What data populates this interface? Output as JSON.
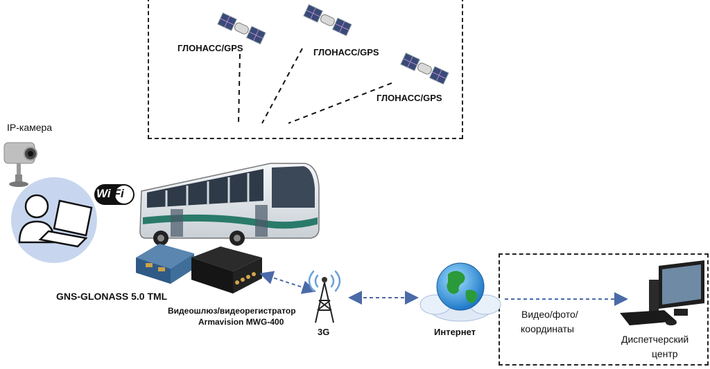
{
  "satellites": [
    {
      "label": "ГЛОНАСС/GPS"
    },
    {
      "label": "ГЛОНАСС/GPS"
    },
    {
      "label": "ГЛОНАСС/GPS"
    }
  ],
  "camera": {
    "label": "IP-камера",
    "icon": "ip-camera-icon"
  },
  "wifi": {
    "text_wi": "Wi",
    "text_fi": "Fi",
    "icon": "wifi-logo"
  },
  "user": {
    "icon": "user-laptop-icon"
  },
  "bus": {
    "icon": "bus-image"
  },
  "tracker": {
    "label": "GNS-GLONASS 5.0 TML",
    "icon": "tracker-device-icon"
  },
  "dvr": {
    "label_line1": "Видеошлюз/видеорегистратор",
    "label_line2": "Armavision MWG-400",
    "icon": "dvr-device-icon"
  },
  "tower": {
    "label": "3G",
    "icon": "cell-tower-icon"
  },
  "internet": {
    "label": "Интернет",
    "icon": "globe-cloud-icon"
  },
  "data_flow": {
    "line1": "Видео/фото/",
    "line2": "координаты"
  },
  "dispatch": {
    "line1": "Диспетчерский",
    "line2": "центр",
    "icon": "desktop-computer-icon"
  },
  "colors": {
    "arrow": "#4a6aa8",
    "dashed_box": "#222222",
    "user_circle": "#c7d6ee"
  }
}
